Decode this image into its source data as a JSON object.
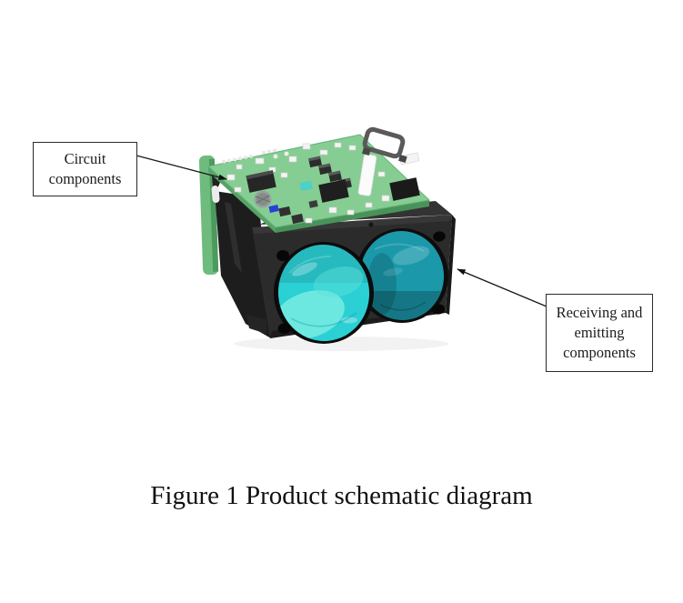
{
  "figure": {
    "caption": "Figure 1 Product schematic diagram",
    "annotations": {
      "circuit": {
        "lines": [
          "Circuit",
          "components"
        ]
      },
      "receiving": {
        "lines": [
          "Receiving and",
          "emitting",
          "components"
        ]
      }
    },
    "device": {
      "colors": {
        "pcb_green": "#86cd93",
        "pcb_edge_green": "#55a466",
        "backplate_green": "#6fbb7e",
        "housing_front": "#2b2b2b",
        "housing_top": "#333333",
        "housing_side": "#1d1d1d",
        "lens_left_cyan": "#2bd0d4",
        "lens_left_highlight": "#7deee4",
        "lens_right_teal": "#1b99ab",
        "component_teal": "#4ecfc8",
        "component_blue": "#2a3fd8",
        "line_color": "#1a1a1a"
      }
    }
  }
}
